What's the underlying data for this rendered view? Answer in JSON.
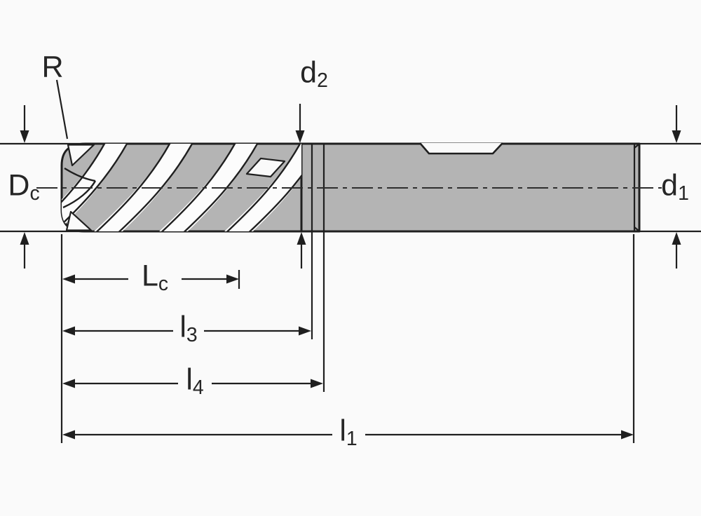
{
  "title": "End mill dimension drawing",
  "colors": {
    "background": "#fafafa",
    "tool_fill": "#b4b4b4",
    "flute_highlight": "#fcfcfc",
    "line": "#1f1f1f",
    "text": "#262626"
  },
  "labels": {
    "radius": {
      "main": "R",
      "sub": ""
    },
    "d2": {
      "main": "d",
      "sub": "2"
    },
    "Dc": {
      "main": "D",
      "sub": "c"
    },
    "d1": {
      "main": "d",
      "sub": "1"
    },
    "Lc": {
      "main": "L",
      "sub": "c"
    },
    "l3": {
      "main": "l",
      "sub": "3"
    },
    "l4": {
      "main": "l",
      "sub": "4"
    },
    "l1": {
      "main": "l",
      "sub": "1"
    }
  }
}
